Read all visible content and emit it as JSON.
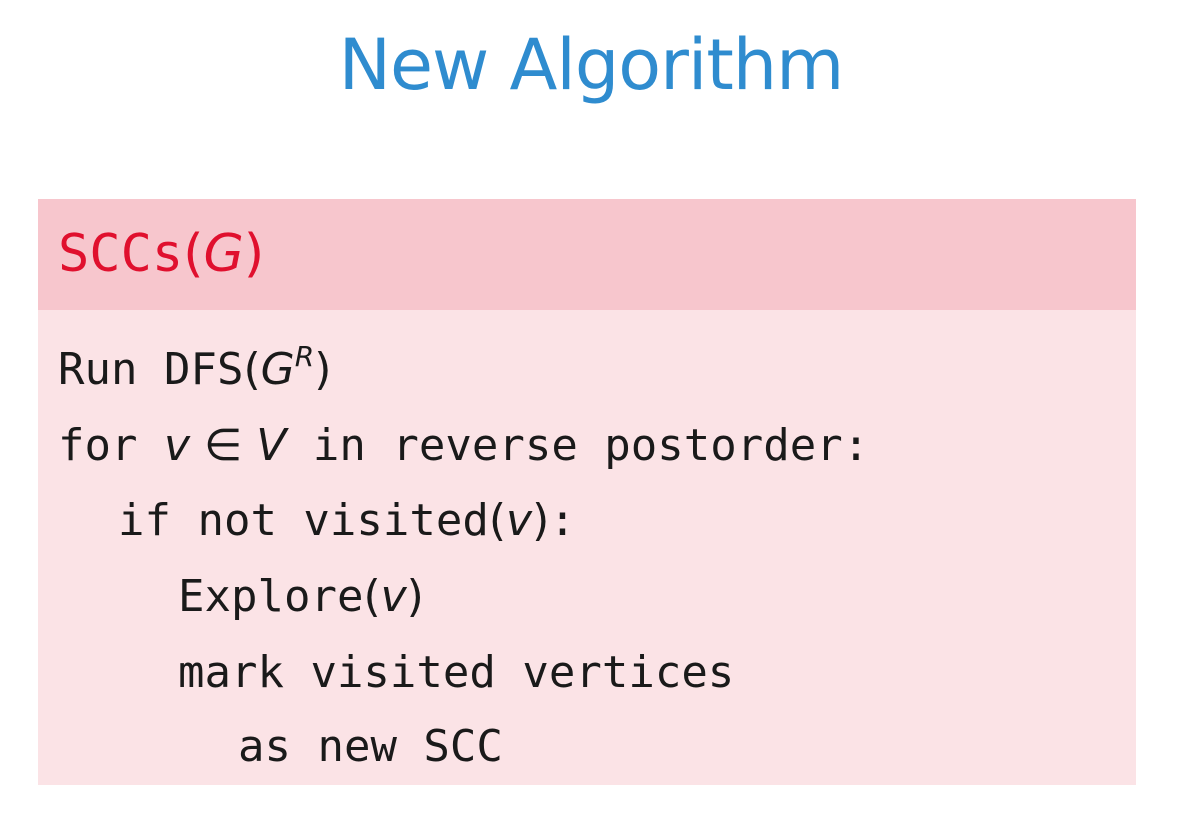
{
  "slide": {
    "title": "New Algorithm"
  },
  "algorithm": {
    "header": {
      "name": "SCCs",
      "open_paren": "(",
      "arg": "G",
      "close_paren": ")"
    },
    "lines": {
      "run_keyword": "Run DFS",
      "run_arg": "G",
      "run_sup": "R",
      "for_kw": "for ",
      "for_var": "v ∈ V",
      "for_rest": " in reverse postorder:",
      "if_kw": "if not visited",
      "if_arg": "v",
      "if_colon": ":",
      "explore_kw": "Explore",
      "explore_arg": "v",
      "mark_line": "mark visited vertices",
      "scc_line": "as new SCC",
      "open_paren": "(",
      "close_paren": ")"
    }
  }
}
